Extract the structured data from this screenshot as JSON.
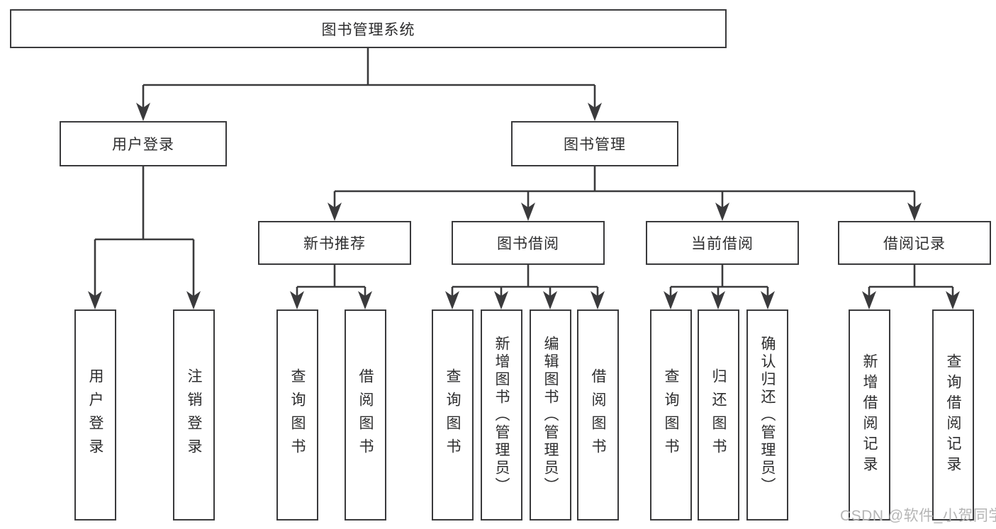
{
  "diagram": {
    "root": {
      "label": "图书管理系统"
    },
    "branches": [
      {
        "label": "用户登录",
        "children": [
          {
            "label": "用户登录"
          },
          {
            "label": "注销登录"
          }
        ]
      },
      {
        "label": "图书管理",
        "sections": [
          {
            "label": "新书推荐",
            "children": [
              {
                "label": "查询图书"
              },
              {
                "label": "借阅图书"
              }
            ]
          },
          {
            "label": "图书借阅",
            "children": [
              {
                "label": "查询图书"
              },
              {
                "label": "新增图书（管理员）"
              },
              {
                "label": "编辑图书（管理员）"
              },
              {
                "label": "借阅图书"
              }
            ]
          },
          {
            "label": "当前借阅",
            "children": [
              {
                "label": "查询图书"
              },
              {
                "label": "归还图书"
              },
              {
                "label": "确认归还（管理员）"
              }
            ]
          },
          {
            "label": "借阅记录",
            "children": [
              {
                "label": "新增借阅记录"
              },
              {
                "label": "查询借阅记录"
              }
            ]
          }
        ]
      }
    ]
  },
  "watermark": {
    "text": "CSDN @软件_小贺同学",
    "color": "#b5b5b5"
  },
  "colors": {
    "line": "#3a3a3c",
    "text": "#2d2d2e",
    "background": "#ffffff"
  }
}
